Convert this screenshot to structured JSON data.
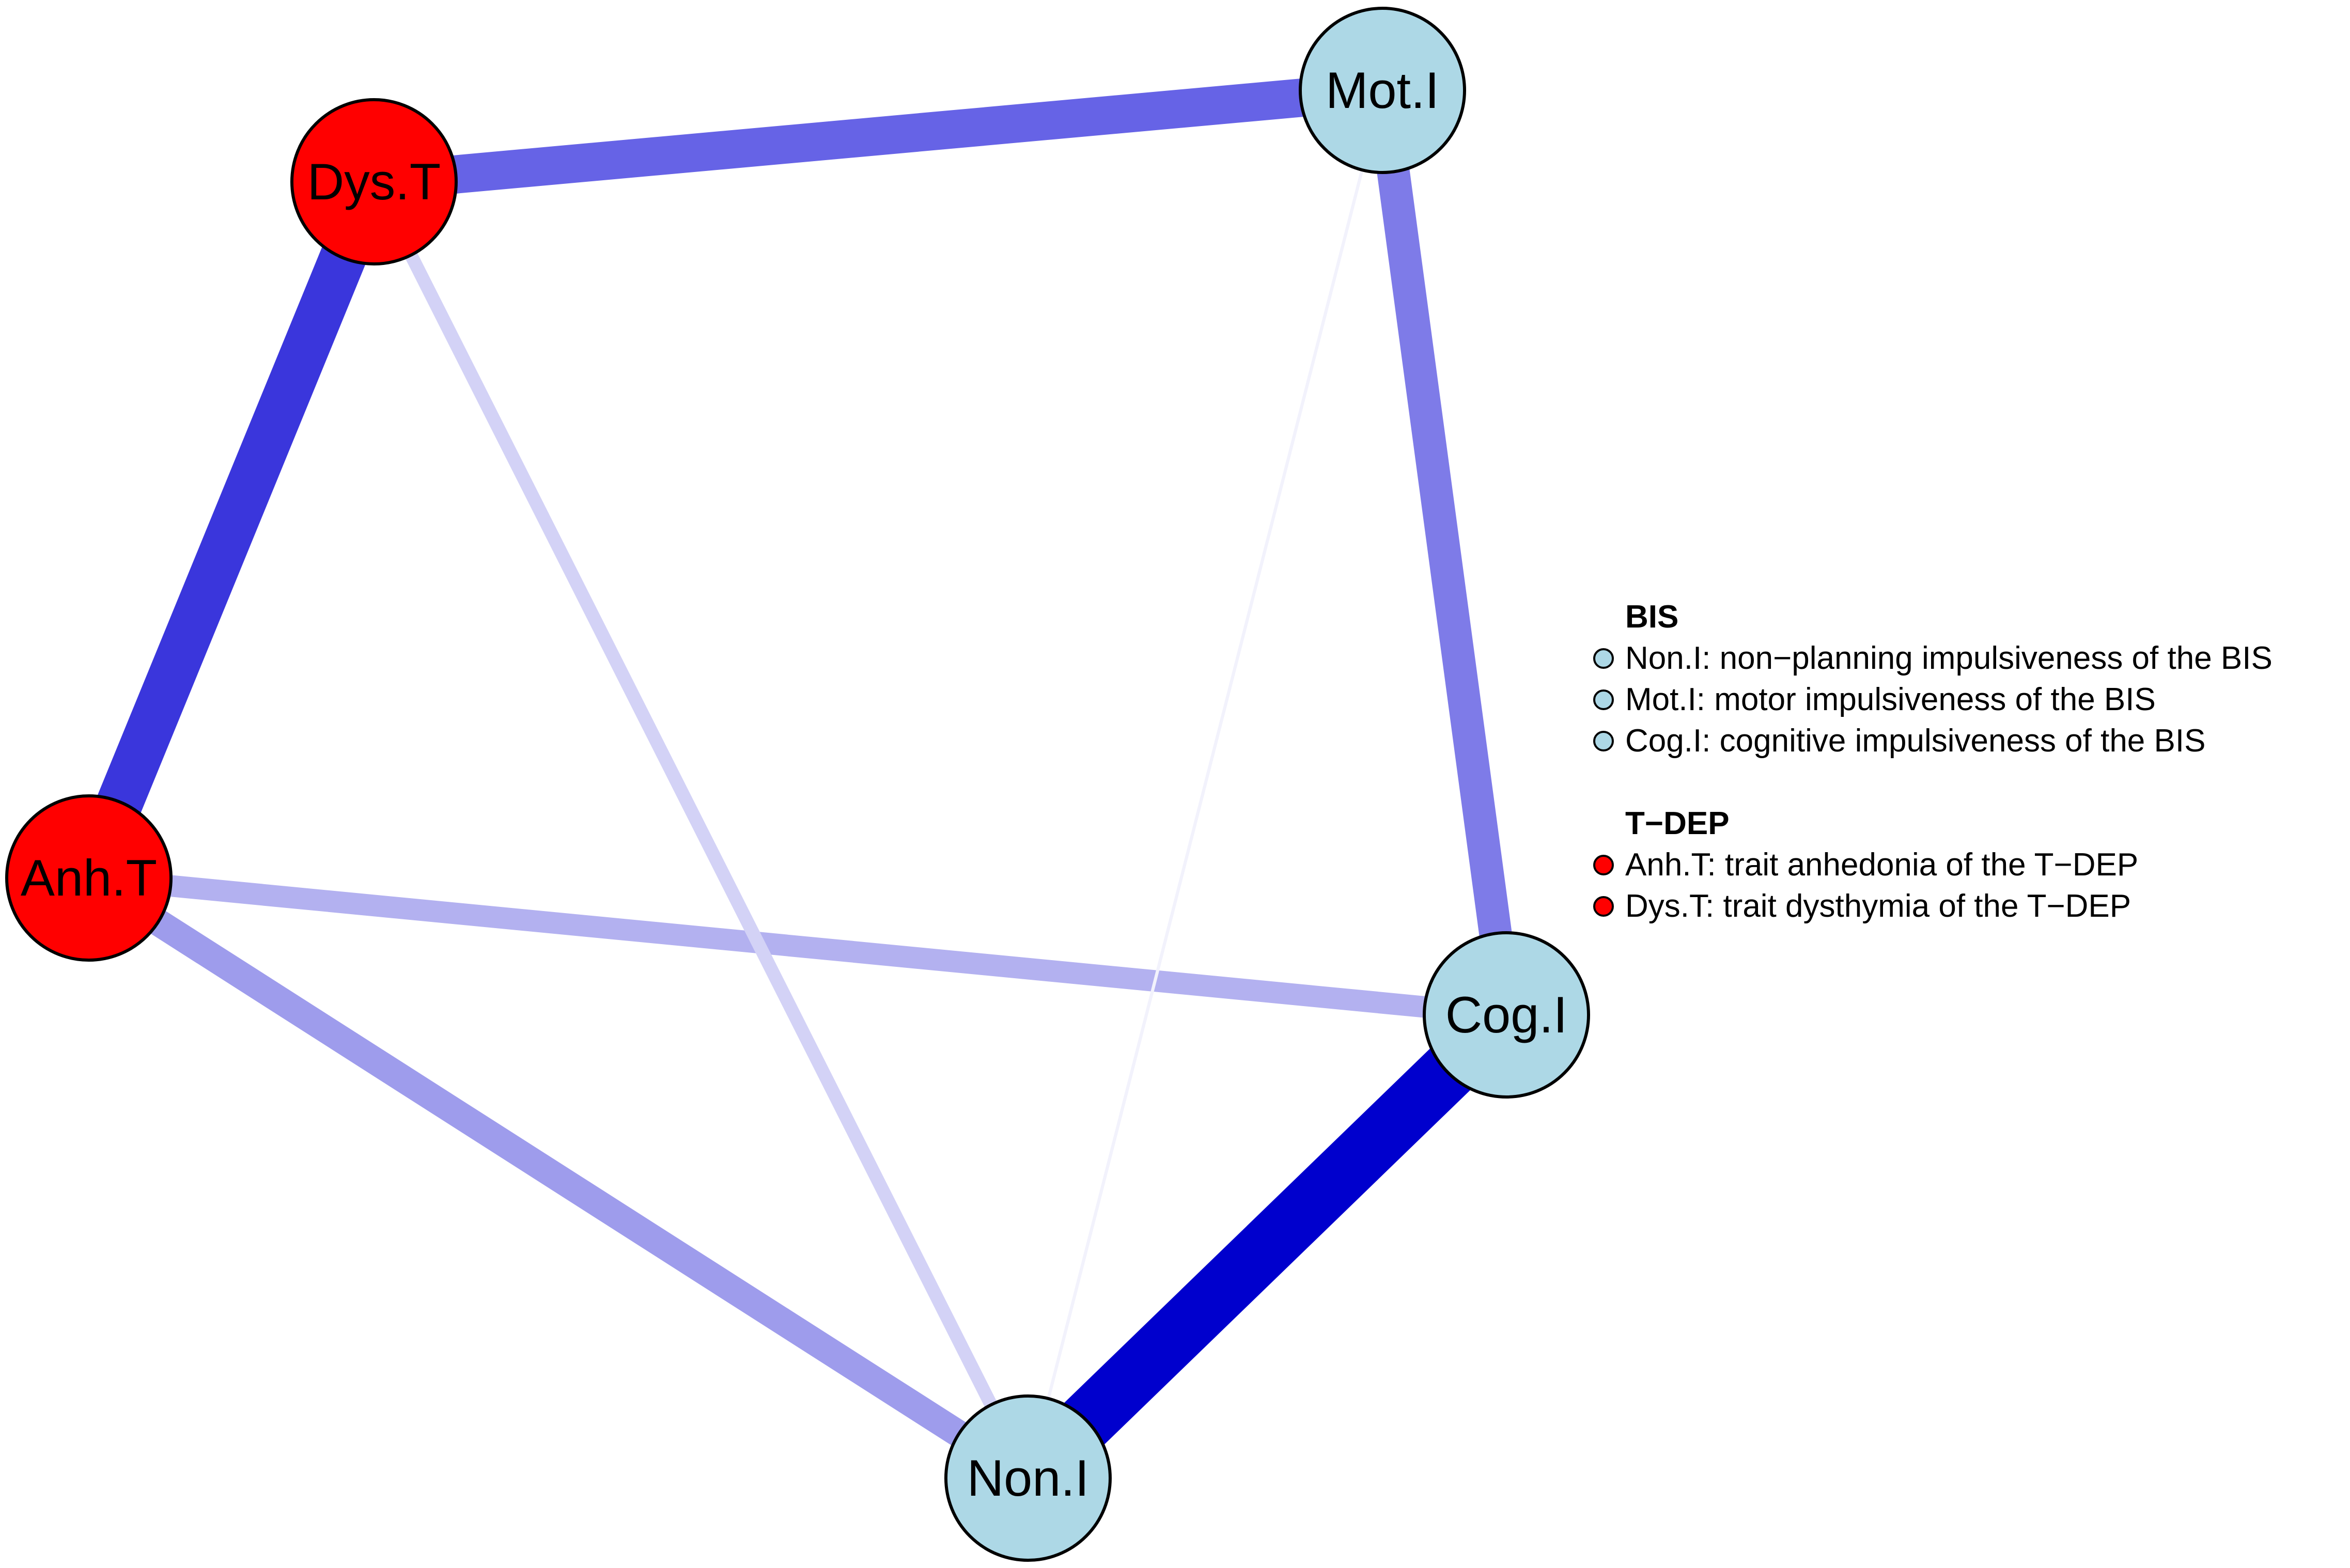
{
  "nodes": [
    {
      "id": "Dys.T",
      "label": "Dys.T",
      "group": "T-DEP",
      "color": "#ff0000"
    },
    {
      "id": "Mot.I",
      "label": "Mot.I",
      "group": "BIS",
      "color": "#add8e6"
    },
    {
      "id": "Anh.T",
      "label": "Anh.T",
      "group": "T-DEP",
      "color": "#ff0000"
    },
    {
      "id": "Cog.I",
      "label": "Cog.I",
      "group": "BIS",
      "color": "#add8e6"
    },
    {
      "id": "Non.I",
      "label": "Non.I",
      "group": "BIS",
      "color": "#add8e6"
    }
  ],
  "edges": [
    {
      "from": "Cog.I",
      "to": "Non.I",
      "strength": 1.0,
      "color": "#0000cd"
    },
    {
      "from": "Dys.T",
      "to": "Anh.T",
      "strength": 0.8,
      "color": "#3a36dc"
    },
    {
      "from": "Dys.T",
      "to": "Mot.I",
      "strength": 0.65,
      "color": "#6663e6"
    },
    {
      "from": "Mot.I",
      "to": "Cog.I",
      "strength": 0.55,
      "color": "#7e7be8"
    },
    {
      "from": "Anh.T",
      "to": "Non.I",
      "strength": 0.45,
      "color": "#9e9cec"
    },
    {
      "from": "Anh.T",
      "to": "Cog.I",
      "strength": 0.35,
      "color": "#b3b1f0"
    },
    {
      "from": "Dys.T",
      "to": "Non.I",
      "strength": 0.2,
      "color": "#d3d2f6"
    },
    {
      "from": "Mot.I",
      "to": "Non.I",
      "strength": 0.02,
      "color": "#f2f2fc"
    }
  ],
  "legend": {
    "groups": [
      {
        "title": "BIS",
        "color": "#add8e6",
        "items": [
          "Non.I: non−planning impulsiveness of the BIS",
          "Mot.I: motor impulsiveness of the BIS",
          "Cog.I: cognitive impulsiveness of the BIS"
        ]
      },
      {
        "title": "T−DEP",
        "color": "#ff0000",
        "items": [
          "Anh.T: trait anhedonia of the T−DEP",
          "Dys.T: trait dysthymia of the T−DEP"
        ]
      }
    ]
  }
}
